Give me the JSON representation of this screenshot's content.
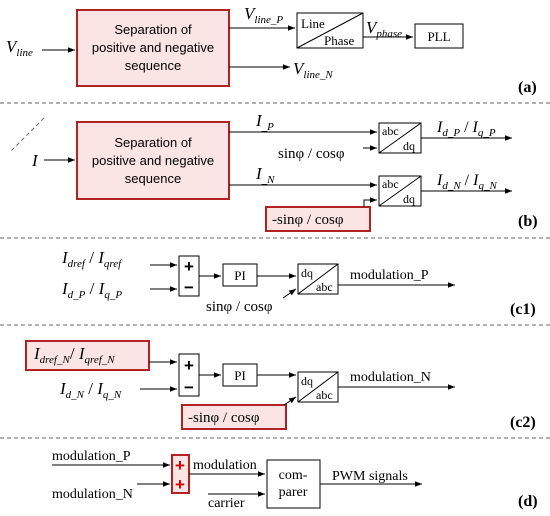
{
  "panel_a": {
    "input": "V",
    "input_sub": "line",
    "sep_line1": "Separation of",
    "sep_line2": "positive and negative",
    "sep_line3": "sequence",
    "out_p": "V",
    "out_p_sub": "line_P",
    "out_n": "V",
    "out_n_sub": "line_N",
    "conv_top": "Line",
    "conv_bottom": "Phase",
    "vphase": "V",
    "vphase_sub": "phase",
    "pll": "PLL",
    "label": "(a)"
  },
  "panel_b": {
    "input": "I",
    "sep_line1": "Separation of",
    "sep_line2": "positive and negative",
    "sequence": "sequence",
    "ip": "I",
    "ip_sub": "_P",
    "in": "I",
    "in_sub": "_N",
    "trig_p": "sinφ / cosφ",
    "trig_n": "-sinφ / cosφ",
    "abc": "abc",
    "dq": "dq",
    "out_p_d": "I",
    "out_p_d_sub": "d_P",
    "out_p_sep": " / ",
    "out_p_q": "I",
    "out_p_q_sub": "q_P",
    "out_n_d": "I",
    "out_n_d_sub": "d_N",
    "out_n_sep": " / ",
    "out_n_q": "I",
    "out_n_q_sub": "q_N",
    "label": "(b)"
  },
  "panel_c1": {
    "ref_d": "I",
    "ref_d_sub": "dref",
    "ref_sep": " / ",
    "ref_q": "I",
    "ref_q_sub": "qref",
    "fb_d": "I",
    "fb_d_sub": "d_P",
    "fb_sep": " / ",
    "fb_q": "I",
    "fb_q_sub": "q_P",
    "plus": "+",
    "minus": "−",
    "pi": "PI",
    "dq": "dq",
    "abc": "abc",
    "trig": "sinφ / cosφ",
    "out": "modulation_P",
    "label": "(c1)"
  },
  "panel_c2": {
    "ref_d": "I",
    "ref_d_sub": "dref_N",
    "ref_sep": "/ ",
    "ref_q": "I",
    "ref_q_sub": "qref_N",
    "fb_d": "I",
    "fb_d_sub": "d_N",
    "fb_sep": " / ",
    "fb_q": "I",
    "fb_q_sub": "q_N",
    "plus": "+",
    "minus": "−",
    "pi": "PI",
    "dq": "dq",
    "abc": "abc",
    "trig": "-sinφ / cosφ",
    "out": "modulation_N",
    "label": "(c2)"
  },
  "panel_d": {
    "in_p": "modulation_P",
    "in_n": "modulation_N",
    "plus1": "+",
    "plus2": "+",
    "sum_out": "modulation",
    "cmp_line1": "com-",
    "cmp_line2": "parer",
    "carrier": "carrier",
    "out": "PWM signals",
    "label": "(d)"
  },
  "colors": {
    "highlight_border": "#b22222",
    "highlight_fill": "#fbe4e4",
    "plus_color": "#cc0000",
    "line": "#000000",
    "divider": "#666666"
  }
}
